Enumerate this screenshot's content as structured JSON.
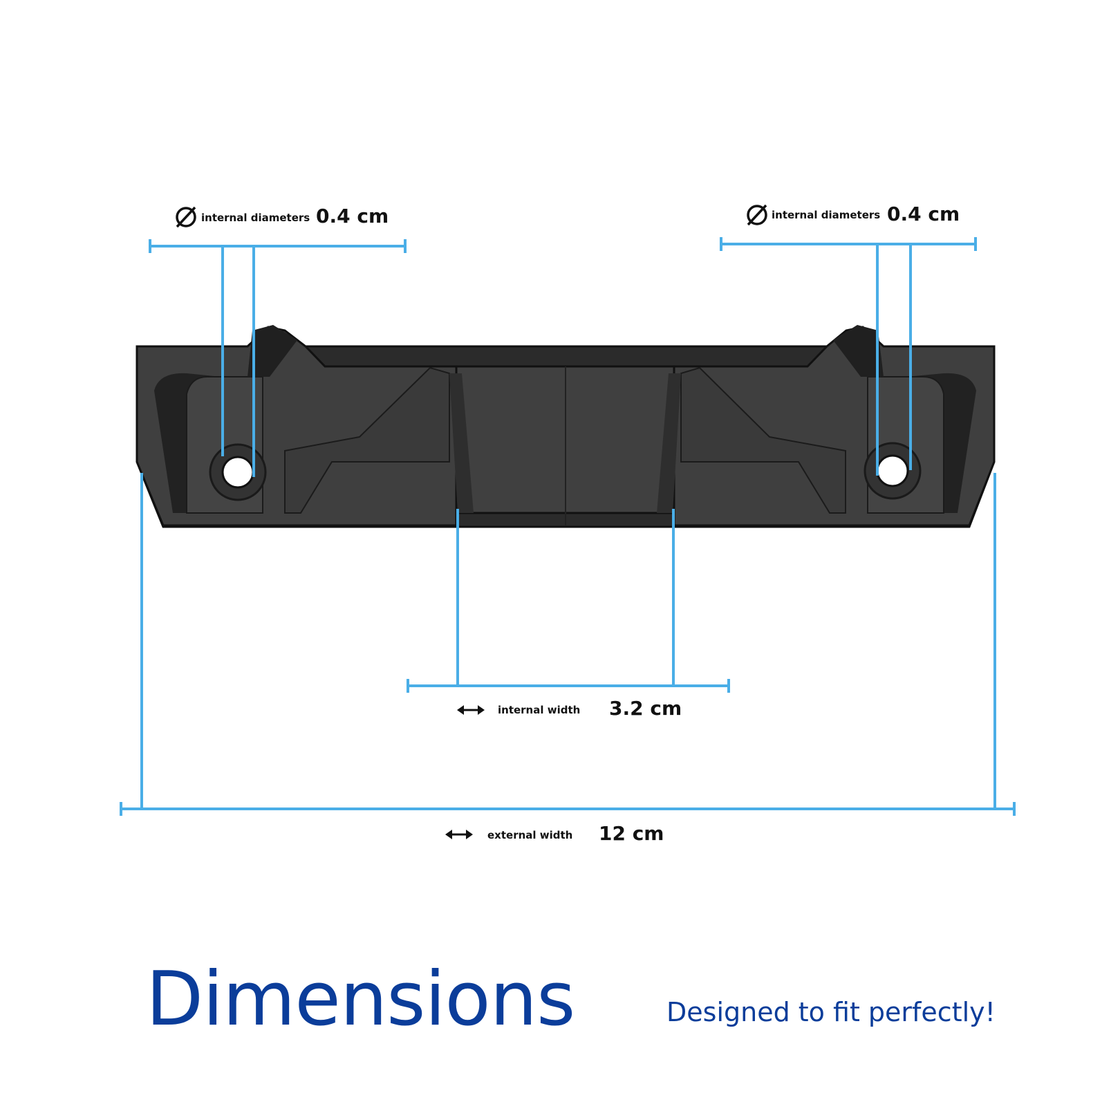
{
  "colors": {
    "measurement_line": "#4aaee7",
    "part_body": "#3b3b3b",
    "part_shadow": "#232323",
    "part_outline": "#111111",
    "title": "#0b3d9a",
    "subtitle": "#0b3d9a",
    "label_text": "#111111"
  },
  "icons": {
    "diameter": "diameter-symbol-icon",
    "width_arrow": "double-arrow-icon"
  },
  "dimensions": {
    "left_hole": {
      "caption": "internal diameters",
      "value": "0.4 cm"
    },
    "right_hole": {
      "caption": "internal diameters",
      "value": "0.4 cm"
    },
    "internal_width": {
      "caption": "internal width",
      "value": "3.2 cm"
    },
    "external_width": {
      "caption": "external width",
      "value": "12 cm"
    }
  },
  "heading": {
    "title": "Dimensions",
    "subtitle": "Designed to fit perfectly!"
  }
}
